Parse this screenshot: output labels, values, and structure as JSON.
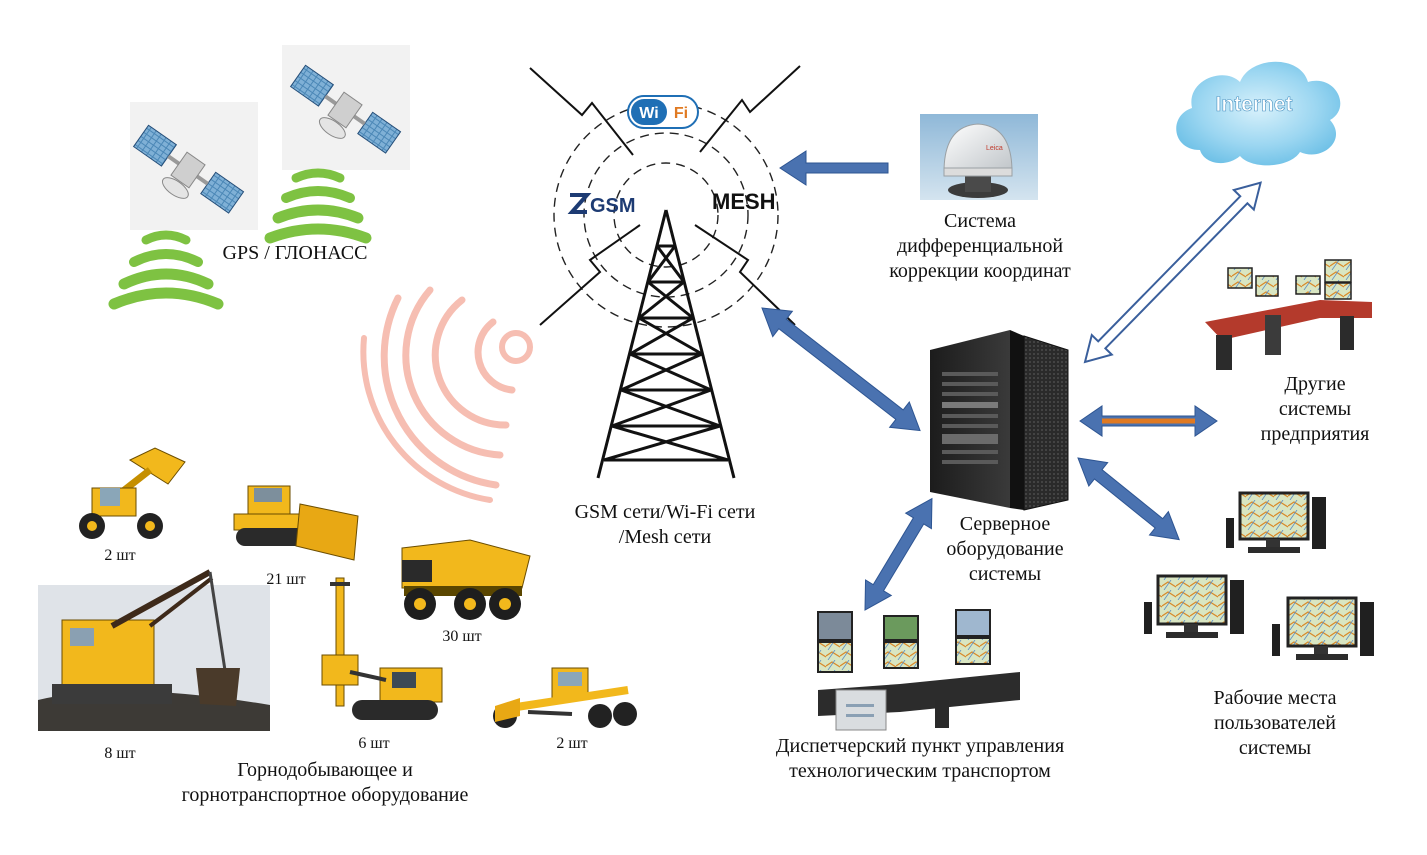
{
  "network": {
    "wifi_logo": {
      "wi": "Wi",
      "fi": "Fi"
    },
    "gsm_logo": "GSM",
    "mesh_logo": "MESH",
    "caption": [
      "GSM сети/Wi-Fi сети",
      "/Mesh сети"
    ]
  },
  "gnss": {
    "caption": "GPS / ГЛОНАСС"
  },
  "correction": {
    "caption": [
      "Система",
      "дифференциальной",
      "коррекции координат"
    ]
  },
  "internet": {
    "caption": "Internet"
  },
  "server": {
    "caption": [
      "Серверное",
      "оборудование",
      "системы"
    ]
  },
  "enterprise": {
    "caption": [
      "Другие",
      "системы",
      "предприятия"
    ]
  },
  "workstations": {
    "caption": [
      "Рабочие места",
      "пользователей",
      "системы"
    ]
  },
  "dispatch": {
    "caption": [
      "Диспетчерский пункт управления",
      "технологическим  транспортом"
    ]
  },
  "equipment": {
    "caption": [
      "Горнодобывающее и",
      "горнотранспортное оборудование"
    ],
    "loader_qty": "2 шт",
    "bulldozer_qty": "21 шт",
    "truck_qty": "30 шт",
    "excavator_qty": "8 шт",
    "drill_qty": "6 шт",
    "grader_qty": "2 шт"
  },
  "colors": {
    "arrow_blue": "#4a72b0",
    "arrow_orange": "#e07a22",
    "gnss_green": "#7ec242",
    "radio_pink": "#f6b7aa",
    "cloud_blue": "#8fd0ef",
    "machine_yellow": "#f2b81c"
  }
}
